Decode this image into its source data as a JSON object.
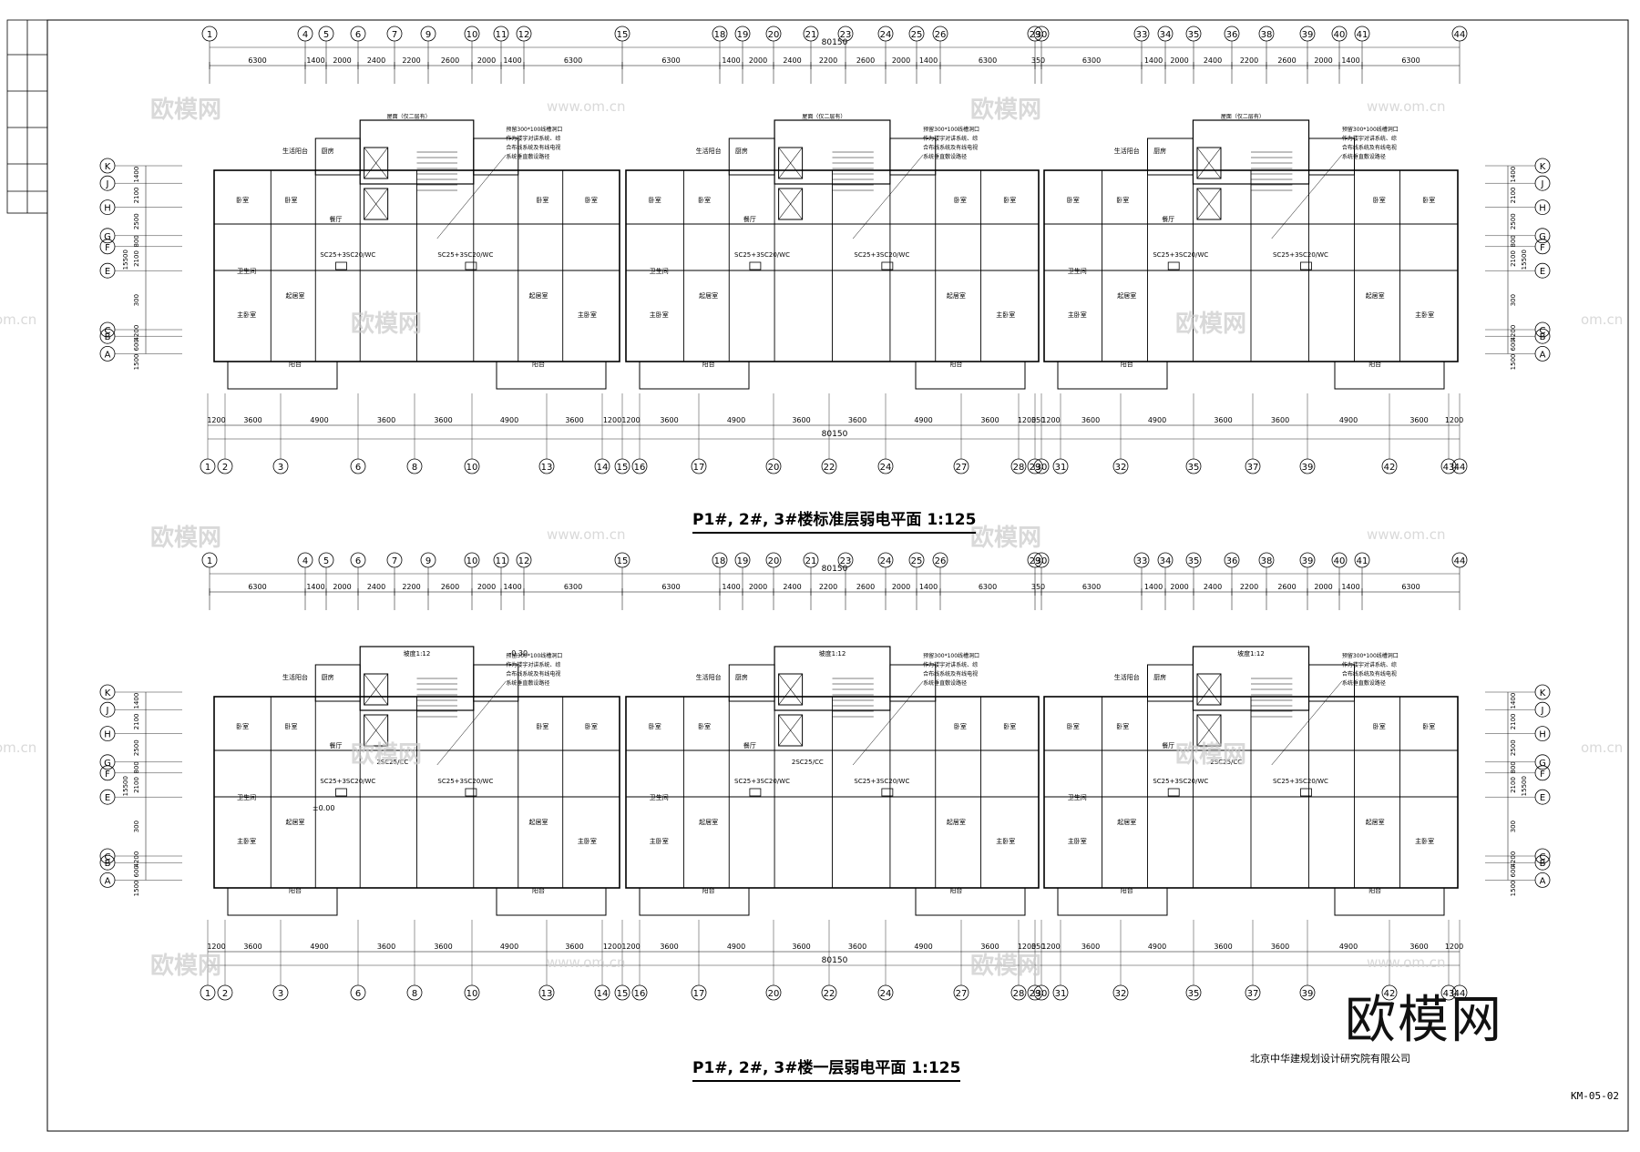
{
  "sheet": {
    "drawing_no": "KM-05-02",
    "firm": "北京中华建规划设计研究院有限公司",
    "logo_text": "欧模网",
    "watermark_text": "欧模网",
    "watermark_url": "www.om.cn",
    "edge_watermark": "om.cn"
  },
  "plans": [
    {
      "title": "P1#, 2#, 3#楼标准层弱电平面  1:125",
      "axes_top": [
        "1",
        "4",
        "5",
        "6",
        "7",
        "9",
        "10",
        "11",
        "12",
        "15",
        "18",
        "19",
        "20",
        "21",
        "23",
        "24",
        "25",
        "26",
        "29",
        "30",
        "33",
        "34",
        "35",
        "36",
        "38",
        "39",
        "40",
        "41",
        "44"
      ],
      "dims_top": [
        "6300",
        "1400",
        "2000",
        "2400",
        "2200",
        "2600",
        "2000",
        "1400",
        "6300",
        "6300",
        "1400",
        "2000",
        "2400",
        "2200",
        "2600",
        "2000",
        "1400",
        "6300",
        "350",
        "6300",
        "1400",
        "2000",
        "2400",
        "2200",
        "2600",
        "2000",
        "1400",
        "6300"
      ],
      "total": "80150",
      "axes_bottom": [
        "1",
        "2",
        "3",
        "6",
        "8",
        "10",
        "13",
        "14",
        "15",
        "16",
        "17",
        "20",
        "22",
        "24",
        "27",
        "28",
        "29",
        "30",
        "31",
        "32",
        "35",
        "37",
        "39",
        "42",
        "43",
        "44"
      ],
      "dims_bottom": [
        "1200",
        "3600",
        "4900",
        "3600",
        "3600",
        "4900",
        "3600",
        "1200",
        "1200",
        "3600",
        "4900",
        "3600",
        "3600",
        "4900",
        "3600",
        "1200",
        "350",
        "1200",
        "3600",
        "4900",
        "3600",
        "3600",
        "4900",
        "3600",
        "1200"
      ],
      "rows": [
        "K",
        "J",
        "H",
        "G",
        "F",
        "E",
        "C",
        "B",
        "A"
      ],
      "dims_side": [
        "1400",
        "2100",
        "2500",
        "800",
        "2100",
        "300",
        "4200",
        "600",
        "1500"
      ],
      "side_total": "15500",
      "rooms": [
        "卧室",
        "卧室",
        "餐厅",
        "起居室",
        "主卧室",
        "阳台",
        "卫生间",
        "厨房",
        "生活阳台",
        "卧室",
        "卧室",
        "起居室",
        "主卧室",
        "阳台"
      ],
      "wiring": [
        "SC25+3SC20/WC",
        "SC25+3SC20/WC"
      ],
      "note": [
        "预留300*100线槽洞口",
        "作为楼宇对讲系统、综",
        "合布线系统及有线电视",
        "系统垂直敷设路径"
      ],
      "roof_label": "屋面（仅二层有）"
    },
    {
      "title": "P1#, 2#, 3#楼一层弱电平面  1:125",
      "axes_top": [
        "1",
        "4",
        "5",
        "6",
        "7",
        "9",
        "10",
        "11",
        "12",
        "15",
        "18",
        "19",
        "20",
        "21",
        "23",
        "24",
        "25",
        "26",
        "29",
        "30",
        "33",
        "34",
        "35",
        "36",
        "38",
        "39",
        "40",
        "41",
        "44"
      ],
      "dims_top": [
        "6300",
        "1400",
        "2000",
        "2400",
        "2200",
        "2600",
        "2000",
        "1400",
        "6300",
        "6300",
        "1400",
        "2000",
        "2400",
        "2200",
        "2600",
        "2000",
        "1400",
        "6300",
        "350",
        "6300",
        "1400",
        "2000",
        "2400",
        "2200",
        "2600",
        "2000",
        "1400",
        "6300"
      ],
      "total": "80150",
      "axes_bottom": [
        "1",
        "2",
        "3",
        "6",
        "8",
        "10",
        "13",
        "14",
        "15",
        "16",
        "17",
        "20",
        "22",
        "24",
        "27",
        "28",
        "29",
        "30",
        "31",
        "32",
        "35",
        "37",
        "39",
        "42",
        "43",
        "44"
      ],
      "dims_bottom": [
        "1200",
        "3600",
        "4900",
        "3600",
        "3600",
        "4900",
        "3600",
        "1200",
        "1200",
        "3600",
        "4900",
        "3600",
        "3600",
        "4900",
        "3600",
        "1200",
        "350",
        "1200",
        "3600",
        "4900",
        "3600",
        "3600",
        "4900",
        "3600",
        "1200"
      ],
      "rows": [
        "K",
        "J",
        "H",
        "G",
        "F",
        "E",
        "C",
        "B",
        "A"
      ],
      "dims_side": [
        "1400",
        "2100",
        "2500",
        "800",
        "2100",
        "300",
        "4200",
        "600",
        "1500"
      ],
      "side_total": "15500",
      "rooms": [
        "卧室",
        "卧室",
        "餐厅",
        "起居室",
        "主卧室",
        "阳台",
        "卫生间",
        "厨房",
        "生活阳台",
        "卧室",
        "卧室",
        "起居室",
        "主卧室",
        "阳台"
      ],
      "wiring": [
        "SC25+3SC20/WC",
        "SC25+3SC20/WC",
        "2SC25/CC"
      ],
      "note": [
        "预留300*100线槽洞口",
        "作为楼宇对讲系统、综",
        "合布线系统及有线电视",
        "系统垂直敷设路径"
      ],
      "elev_1": "-0.30",
      "elev_2": "±0.00",
      "ramp": "坡度1:12"
    }
  ]
}
